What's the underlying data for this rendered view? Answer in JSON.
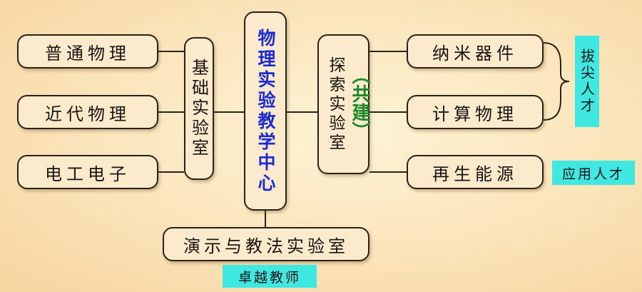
{
  "center": {
    "label": "物理实验教学中心"
  },
  "basic_lab": {
    "label": "基础实验室",
    "items": [
      "普通物理",
      "近代物理",
      "电工电子"
    ]
  },
  "explore_lab": {
    "label": "探索实验室",
    "co_build": "（共建）",
    "items": [
      "纳米器件",
      "计算物理",
      "再生能源"
    ]
  },
  "demo_lab": {
    "label": "演示与教法实验室"
  },
  "outcomes": {
    "top_talent": "拔尖人才",
    "applied_talent": "应用人才",
    "excellent_teacher": "卓越教师"
  },
  "colors": {
    "center_text": "#1c2bd6",
    "co_build_text": "#1d8a2a",
    "tag_fill": "#3fe8e0"
  }
}
